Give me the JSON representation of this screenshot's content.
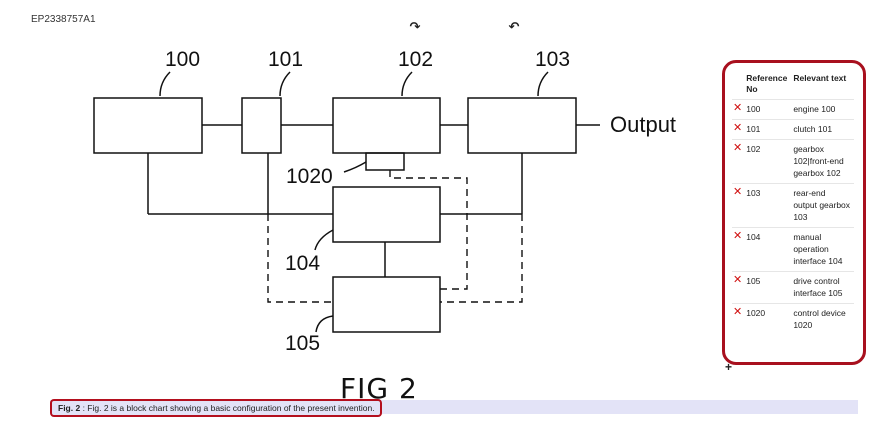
{
  "document": {
    "id": "EP2338757A1"
  },
  "toolbar": {
    "rotate_right_icon": "↷",
    "rotate_left_icon": "↶"
  },
  "figure": {
    "labels": {
      "b100": "100",
      "b101": "101",
      "b102": "102",
      "b103": "103",
      "b1020": "1020",
      "b104": "104",
      "b105": "105",
      "output": "Output"
    },
    "title": "FIG 2"
  },
  "caption": {
    "prefix": "Fig. 2",
    "text": " : Fig. 2 is a block chart showing a basic configuration of the present invention."
  },
  "ref_table": {
    "headers": {
      "no": "Reference No",
      "text": "Relevant text"
    },
    "rows": [
      {
        "no": "100",
        "text": "engine 100"
      },
      {
        "no": "101",
        "text": "clutch 101"
      },
      {
        "no": "102",
        "text": "gearbox 102|front-end gearbox 102"
      },
      {
        "no": "103",
        "text": "rear-end output gearbox 103"
      },
      {
        "no": "104",
        "text": "manual operation interface 104"
      },
      {
        "no": "105",
        "text": "drive control interface 105"
      },
      {
        "no": "1020",
        "text": "control device 1020"
      }
    ],
    "remove_icon": "✕"
  },
  "add_icon": "+"
}
